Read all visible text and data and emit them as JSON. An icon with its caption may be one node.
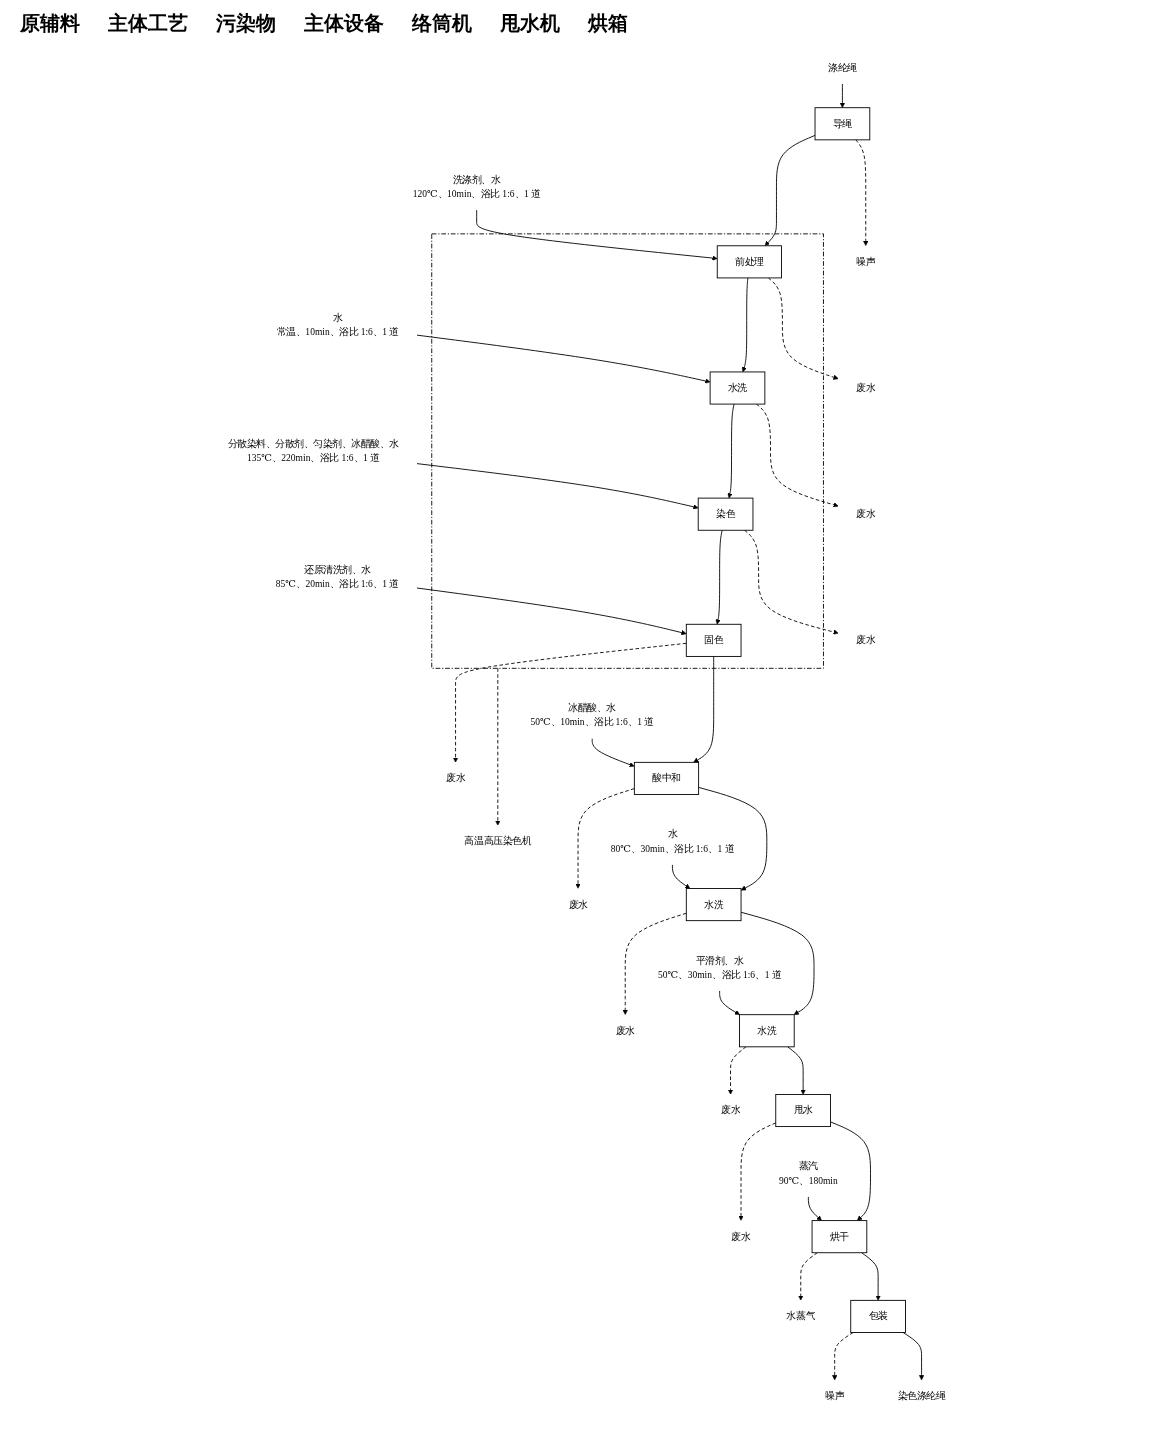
{
  "diagram": {
    "nodes": [
      {
        "text": [
          "涤纶绳"
        ]
      },
      {
        "text": [
          "导绳"
        ]
      },
      {
        "text": [
          "噪声"
        ]
      },
      {
        "text": [],
        "shape": "box"
      },
      {
        "text": [
          "洗涤剂、水",
          "120℃、10min、浴比 1:6、1 道"
        ]
      },
      {
        "text": [
          "前处理"
        ],
        "in": 3
      },
      {
        "text": [
          "废水"
        ]
      },
      {
        "text": [
          "水",
          "常温、10min、浴比 1:6、1 道"
        ]
      },
      {
        "text": [
          "水洗"
        ],
        "in": 3
      },
      {
        "text": [
          "废水"
        ]
      },
      {
        "text": [
          "分散染料、分散剂、匀染剂、冰醋酸、水",
          "135℃、220min、浴比 1:6、1 道"
        ]
      },
      {
        "text": [
          "染色"
        ],
        "in": 3
      },
      {
        "text": [
          "废水"
        ]
      },
      {
        "text": [
          "高温高压染色机"
        ]
      },
      {
        "text": [
          "还原清洗剂、水",
          "85℃、20min、浴比 1:6、1 道"
        ]
      },
      {
        "text": [
          "固色"
        ],
        "in": 3
      },
      {
        "text": [
          "废水"
        ]
      },
      {
        "text": [
          "冰醋酸、水",
          "50℃、10min、浴比 1:6、1 道"
        ]
      },
      {
        "text": [
          "酸中和"
        ]
      },
      {
        "text": [
          "废水"
        ]
      },
      {
        "text": [
          "水",
          "80℃、30min、浴比 1:6、1 道"
        ]
      },
      {
        "text": [
          "水洗"
        ]
      },
      {
        "text": [
          "废水"
        ]
      },
      {
        "text": [
          "平滑剂、水",
          "50℃、30min、浴比 1:6、1 道"
        ]
      },
      {
        "text": [
          "水洗"
        ]
      },
      {
        "text": [
          "废水"
        ]
      },
      {
        "text": [
          "甩水"
        ]
      },
      {
        "text": [
          "废水"
        ]
      },
      {
        "text": [
          "蒸汽",
          "90℃、180min"
        ]
      },
      {
        "text": [
          "烘干"
        ]
      },
      {
        "text": [
          "水蒸气"
        ]
      },
      {
        "text": [
          "包装"
        ]
      },
      {
        "text": [
          "噪声"
        ]
      },
      {
        "text": [
          "染色涤纶绳"
        ]
      }
    ],
    "edges": [
      {
        "from": 0,
        "to": 1,
        "arrow": "to"
      },
      {
        "from": 1,
        "to": 2,
        "arrow": "to",
        "style": "dashed"
      },
      {
        "from": 1,
        "to": 5,
        "arrow": "to"
      },
      {
        "from": 4,
        "to": 5,
        "arrow": "to"
      },
      {
        "from": 5,
        "to": 6,
        "arrow": "to",
        "style": "dashed"
      },
      {
        "from": 5,
        "to": 8,
        "arrow": "to"
      },
      {
        "from": 7,
        "to": 8,
        "arrow": "to"
      },
      {
        "from": 8,
        "to": 9,
        "arrow": "to",
        "style": "dashed"
      },
      {
        "from": 8,
        "to": 11,
        "arrow": "to"
      },
      {
        "from": 10,
        "to": 11,
        "arrow": "to"
      },
      {
        "from": 11,
        "to": 12,
        "arrow": "to",
        "style": "dashed"
      },
      {
        "from": 3,
        "to": 13,
        "arrow": "to",
        "style": "dashed"
      },
      {
        "from": 11,
        "to": 15,
        "arrow": "to"
      },
      {
        "from": 14,
        "to": 15,
        "arrow": "to"
      },
      {
        "from": 15,
        "to": 16,
        "arrow": "to",
        "style": "dashed"
      },
      {
        "from": 15,
        "to": 18,
        "arrow": "to"
      },
      {
        "from": 17,
        "to": 18,
        "arrow": "to"
      },
      {
        "from": 18,
        "to": 19,
        "arrow": "to",
        "style": "dashed"
      },
      {
        "from": 18,
        "to": 21,
        "arrow": "to"
      },
      {
        "from": 20,
        "to": 21,
        "arrow": "to"
      },
      {
        "from": 21,
        "to": 22,
        "arrow": "to",
        "style": "dashed"
      },
      {
        "from": 21,
        "to": 24,
        "arrow": "to"
      },
      {
        "from": 23,
        "to": 24,
        "arrow": "to"
      },
      {
        "from": 24,
        "to": 25,
        "arrow": "to",
        "style": "dashed"
      },
      {
        "from": 24,
        "to": 26,
        "arrow": "to"
      },
      {
        "from": 26,
        "to": 27,
        "arrow": "to",
        "style": "dashed"
      },
      {
        "from": 26,
        "to": 29,
        "arrow": "to"
      },
      {
        "from": 28,
        "to": 29,
        "arrow": "to"
      },
      {
        "from": 29,
        "to": 30,
        "arrow": "to",
        "style": "dashed"
      },
      {
        "from": 29,
        "to": 31,
        "arrow": "to"
      },
      {
        "from": 31,
        "to": 32,
        "arrow": "to",
        "style": "dashed"
      },
      {
        "from": 31,
        "to": 33,
        "arrow": "to"
      }
    ],
    "labels": [
      "原辅料",
      "主体工艺",
      "污染物",
      "主体设备",
      "络筒机",
      "甩水机",
      "烘箱"
    ]
  }
}
